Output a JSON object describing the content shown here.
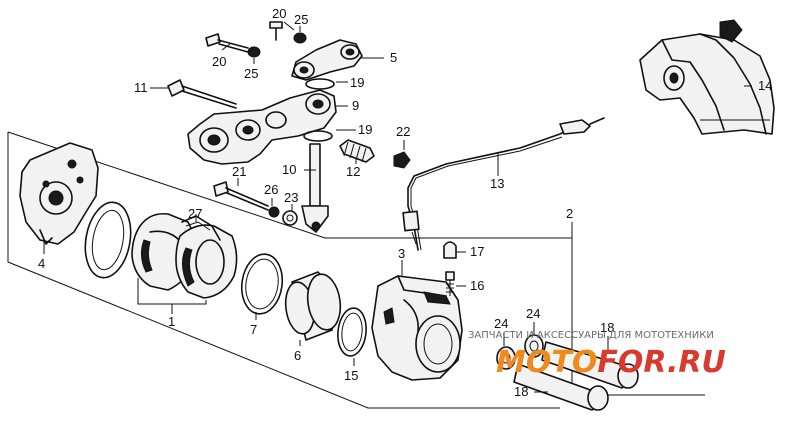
{
  "callouts": {
    "c1": "1",
    "c2": "2",
    "c3": "3",
    "c4": "4",
    "c5": "5",
    "c6": "6",
    "c7": "7",
    "c9": "9",
    "c10": "10",
    "c11": "11",
    "c12": "12",
    "c13": "13",
    "c14": "14",
    "c15": "15",
    "c16": "16",
    "c17": "17",
    "c18a": "18",
    "c18b": "18",
    "c19a": "19",
    "c19b": "19",
    "c20a": "20",
    "c20b": "20",
    "c21": "21",
    "c22": "22",
    "c23": "23",
    "c24a": "24",
    "c24b": "24",
    "c25a": "25",
    "c25b": "25",
    "c26": "26",
    "c27": "27"
  },
  "watermark": {
    "caption": "ЗАПЧАСТИ И АКСЕССУАРЫ ДЛЯ МОТОТЕХНИКИ",
    "brand_part1": "MOTO",
    "brand_part2": "FOR",
    "brand_part3": ".RU",
    "color_orange": "#f08a1c",
    "color_red": "#d93a2b"
  }
}
